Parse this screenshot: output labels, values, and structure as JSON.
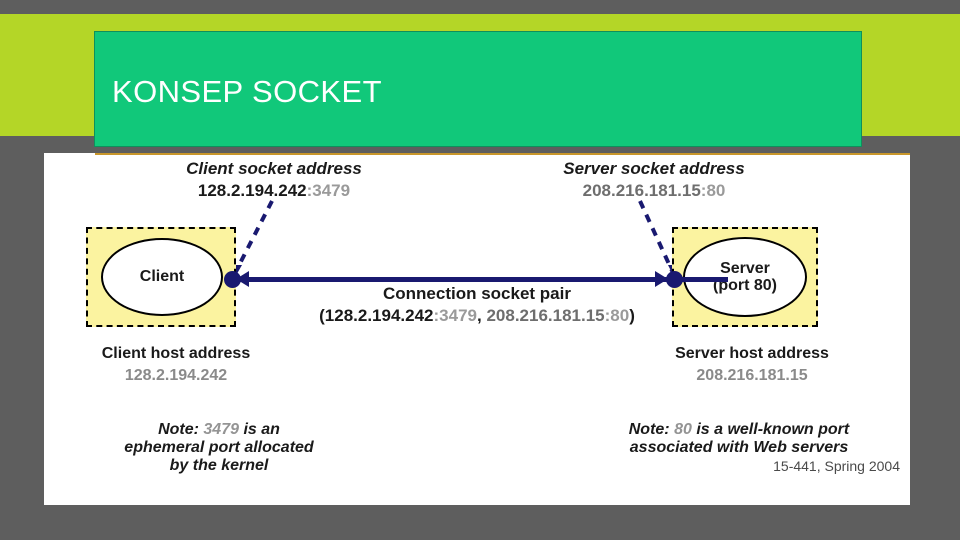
{
  "slide": {
    "title": "KONSEP SOCKET",
    "colors": {
      "background": "#5e5e5e",
      "title_band": "#b4d627",
      "title_box": "#11c87a",
      "title_text": "#ffffff",
      "gold_rule": "#c9972b",
      "host_box_fill": "#fbf3a0",
      "connection": "#191970"
    }
  },
  "diagram": {
    "client_callout": {
      "title": "Client socket address",
      "ip": "128.2.194.242",
      "port": ":3479"
    },
    "server_callout": {
      "title": "Server socket address",
      "ip": "208.216.181.15",
      "port": ":80"
    },
    "client_node": {
      "label": "Client",
      "host_caption": "Client host address",
      "host_address": "128.2.194.242"
    },
    "server_node": {
      "label_line1": "Server",
      "label_line2": "(port 80)",
      "host_caption": "Server host address",
      "host_address": "208.216.181.15"
    },
    "connection": {
      "title": "Connection socket pair",
      "open_paren": "(",
      "client_ip": "128.2.194.242",
      "client_port": ":3479",
      "separator": ", ",
      "server_ip": "208.216.181.15",
      "server_port": ":80",
      "close_paren": ")"
    },
    "note_left": {
      "line1_prefix": "Note: ",
      "line1_port": "3479",
      "line1_suffix": " is an",
      "line2": "ephemeral port allocated",
      "line3": "by the kernel"
    },
    "note_right": {
      "line1_prefix": "Note: ",
      "line1_port": "80",
      "line1_suffix": " is a well-known port",
      "line2": "associated with Web servers",
      "credit": "15-441, Spring 2004"
    }
  }
}
